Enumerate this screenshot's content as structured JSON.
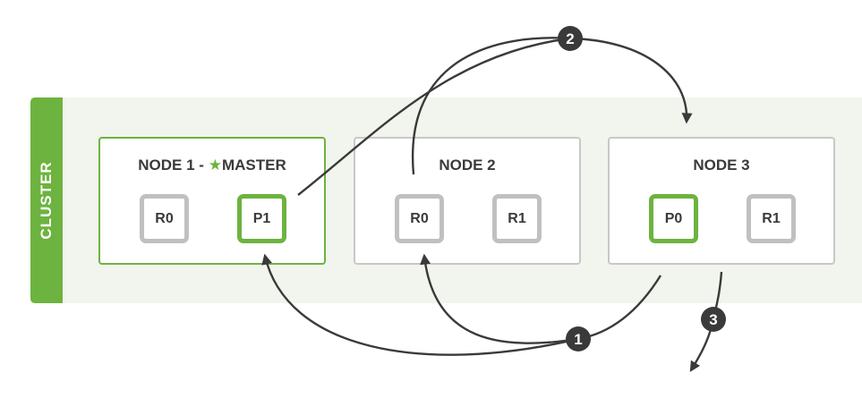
{
  "cluster_label": "CLUSTER",
  "nodes": [
    {
      "title_prefix": "NODE 1 - ",
      "star_icon": "★",
      "title_suffix": "MASTER",
      "shards": [
        "R0",
        "P1"
      ]
    },
    {
      "title": "NODE 2",
      "shards": [
        "R0",
        "R1"
      ]
    },
    {
      "title": "NODE 3",
      "shards": [
        "P0",
        "R1"
      ]
    }
  ],
  "steps": [
    "1",
    "2",
    "3"
  ],
  "colors": {
    "accent": "#6db33f",
    "replica_border": "#c0c0c0",
    "arrow": "#3a3a3a"
  }
}
